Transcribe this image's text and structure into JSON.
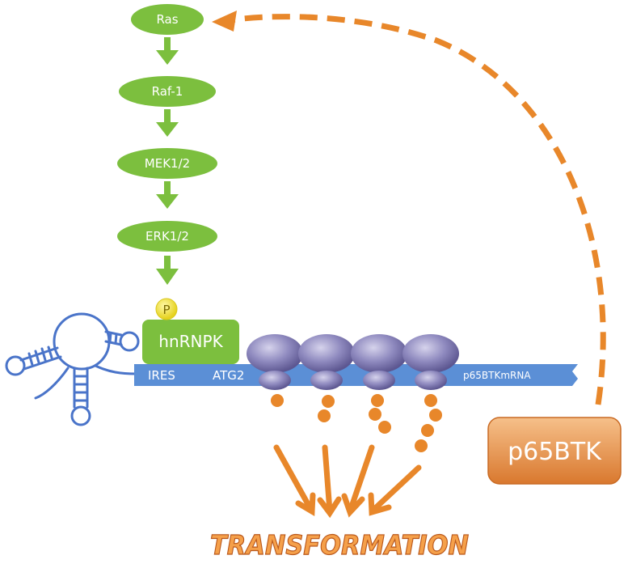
{
  "pathway": [
    {
      "label": "Ras"
    },
    {
      "label": "Raf-1"
    },
    {
      "label": "MEK1/2"
    },
    {
      "label": "ERK1/2"
    }
  ],
  "phospho": "P",
  "hnrnpk": "hnRNPK",
  "mrna": {
    "ires": "IRES",
    "atg": "ATG2",
    "name": "p65BTKmRNA"
  },
  "ribosome_count": 4,
  "product": "p65BTK",
  "outcome": "TRANSFORMATION",
  "colors": {
    "pathway_green": "#7cbf3e",
    "mrna_blue": "#5b8fd6",
    "ribosome_purple": "#8b85b8",
    "peptide_orange": "#e8872a",
    "phospho_yellow": "#f2e84a",
    "product_orange": "#e6924a",
    "structure_blue": "#4a74c9"
  }
}
